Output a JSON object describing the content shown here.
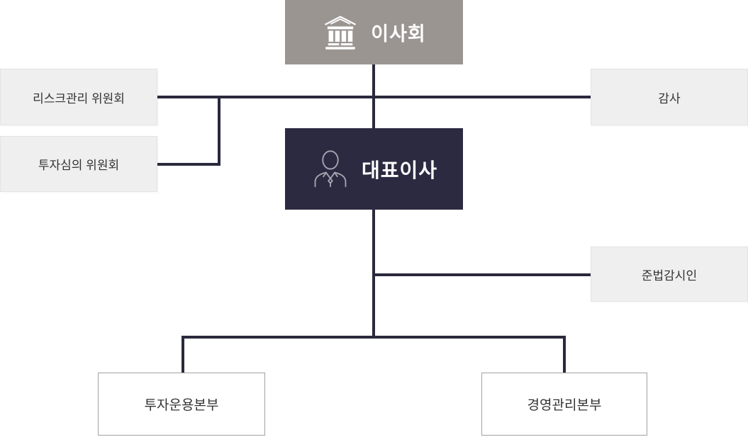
{
  "colors": {
    "bg": "#ffffff",
    "navy": "#2c2a40",
    "gray": "#9b9591",
    "light": "#efefef",
    "light_border": "#e3e3e3",
    "white_border": "#a5a2a0",
    "line": "#2a293d",
    "text_dark": "#333333",
    "text_white": "#ffffff",
    "icon_stroke_light": "#a7a5b1"
  },
  "nodes": {
    "board": {
      "label": "이사회",
      "icon": "bank-icon"
    },
    "risk_committee": {
      "label": "리스크관리 위원회"
    },
    "investment_review_committee": {
      "label": "투자심의 위원회"
    },
    "auditor": {
      "label": "감사"
    },
    "ceo": {
      "label": "대표이사",
      "icon": "person-icon"
    },
    "compliance_officer": {
      "label": "준법감시인"
    },
    "investment_operations_division": {
      "label": "투자운용본부"
    },
    "management_administration_division": {
      "label": "경영관리본부"
    }
  }
}
